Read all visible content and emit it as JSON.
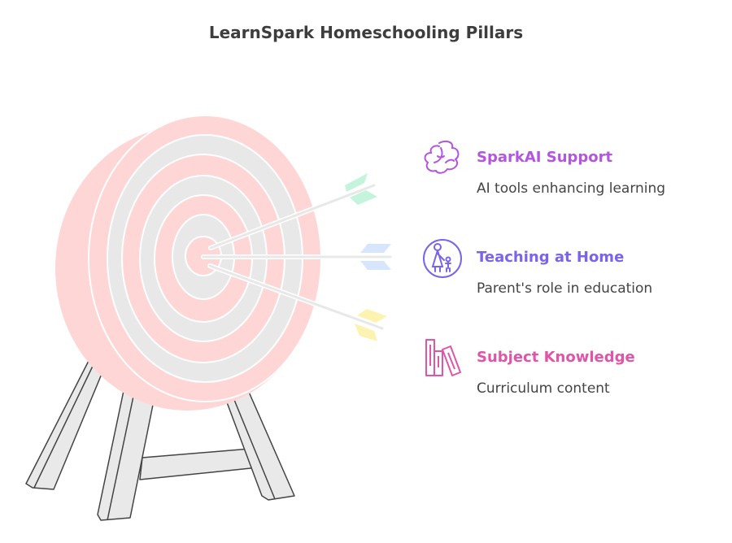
{
  "title": "LearnSpark Homeschooling Pillars",
  "items": [
    {
      "title": "SparkAI Support",
      "description": "AI tools enhancing learning",
      "color": "#b455e0",
      "icon": "brain-icon",
      "arrow_color": "#c4f5dc"
    },
    {
      "title": "Teaching at Home",
      "description": "Parent's role in education",
      "color": "#7b63ea",
      "icon": "parent-child-icon",
      "arrow_color": "#d8e6fd"
    },
    {
      "title": "Subject Knowledge",
      "description": "Curriculum content",
      "color": "#e055a8",
      "icon": "books-icon",
      "arrow_color": "#fdf3b0"
    }
  ],
  "colors": {
    "target_pink": "#ffd6d6",
    "target_gray": "#e8e8e8",
    "stand": "#e9e9e9",
    "outline": "#444444"
  }
}
